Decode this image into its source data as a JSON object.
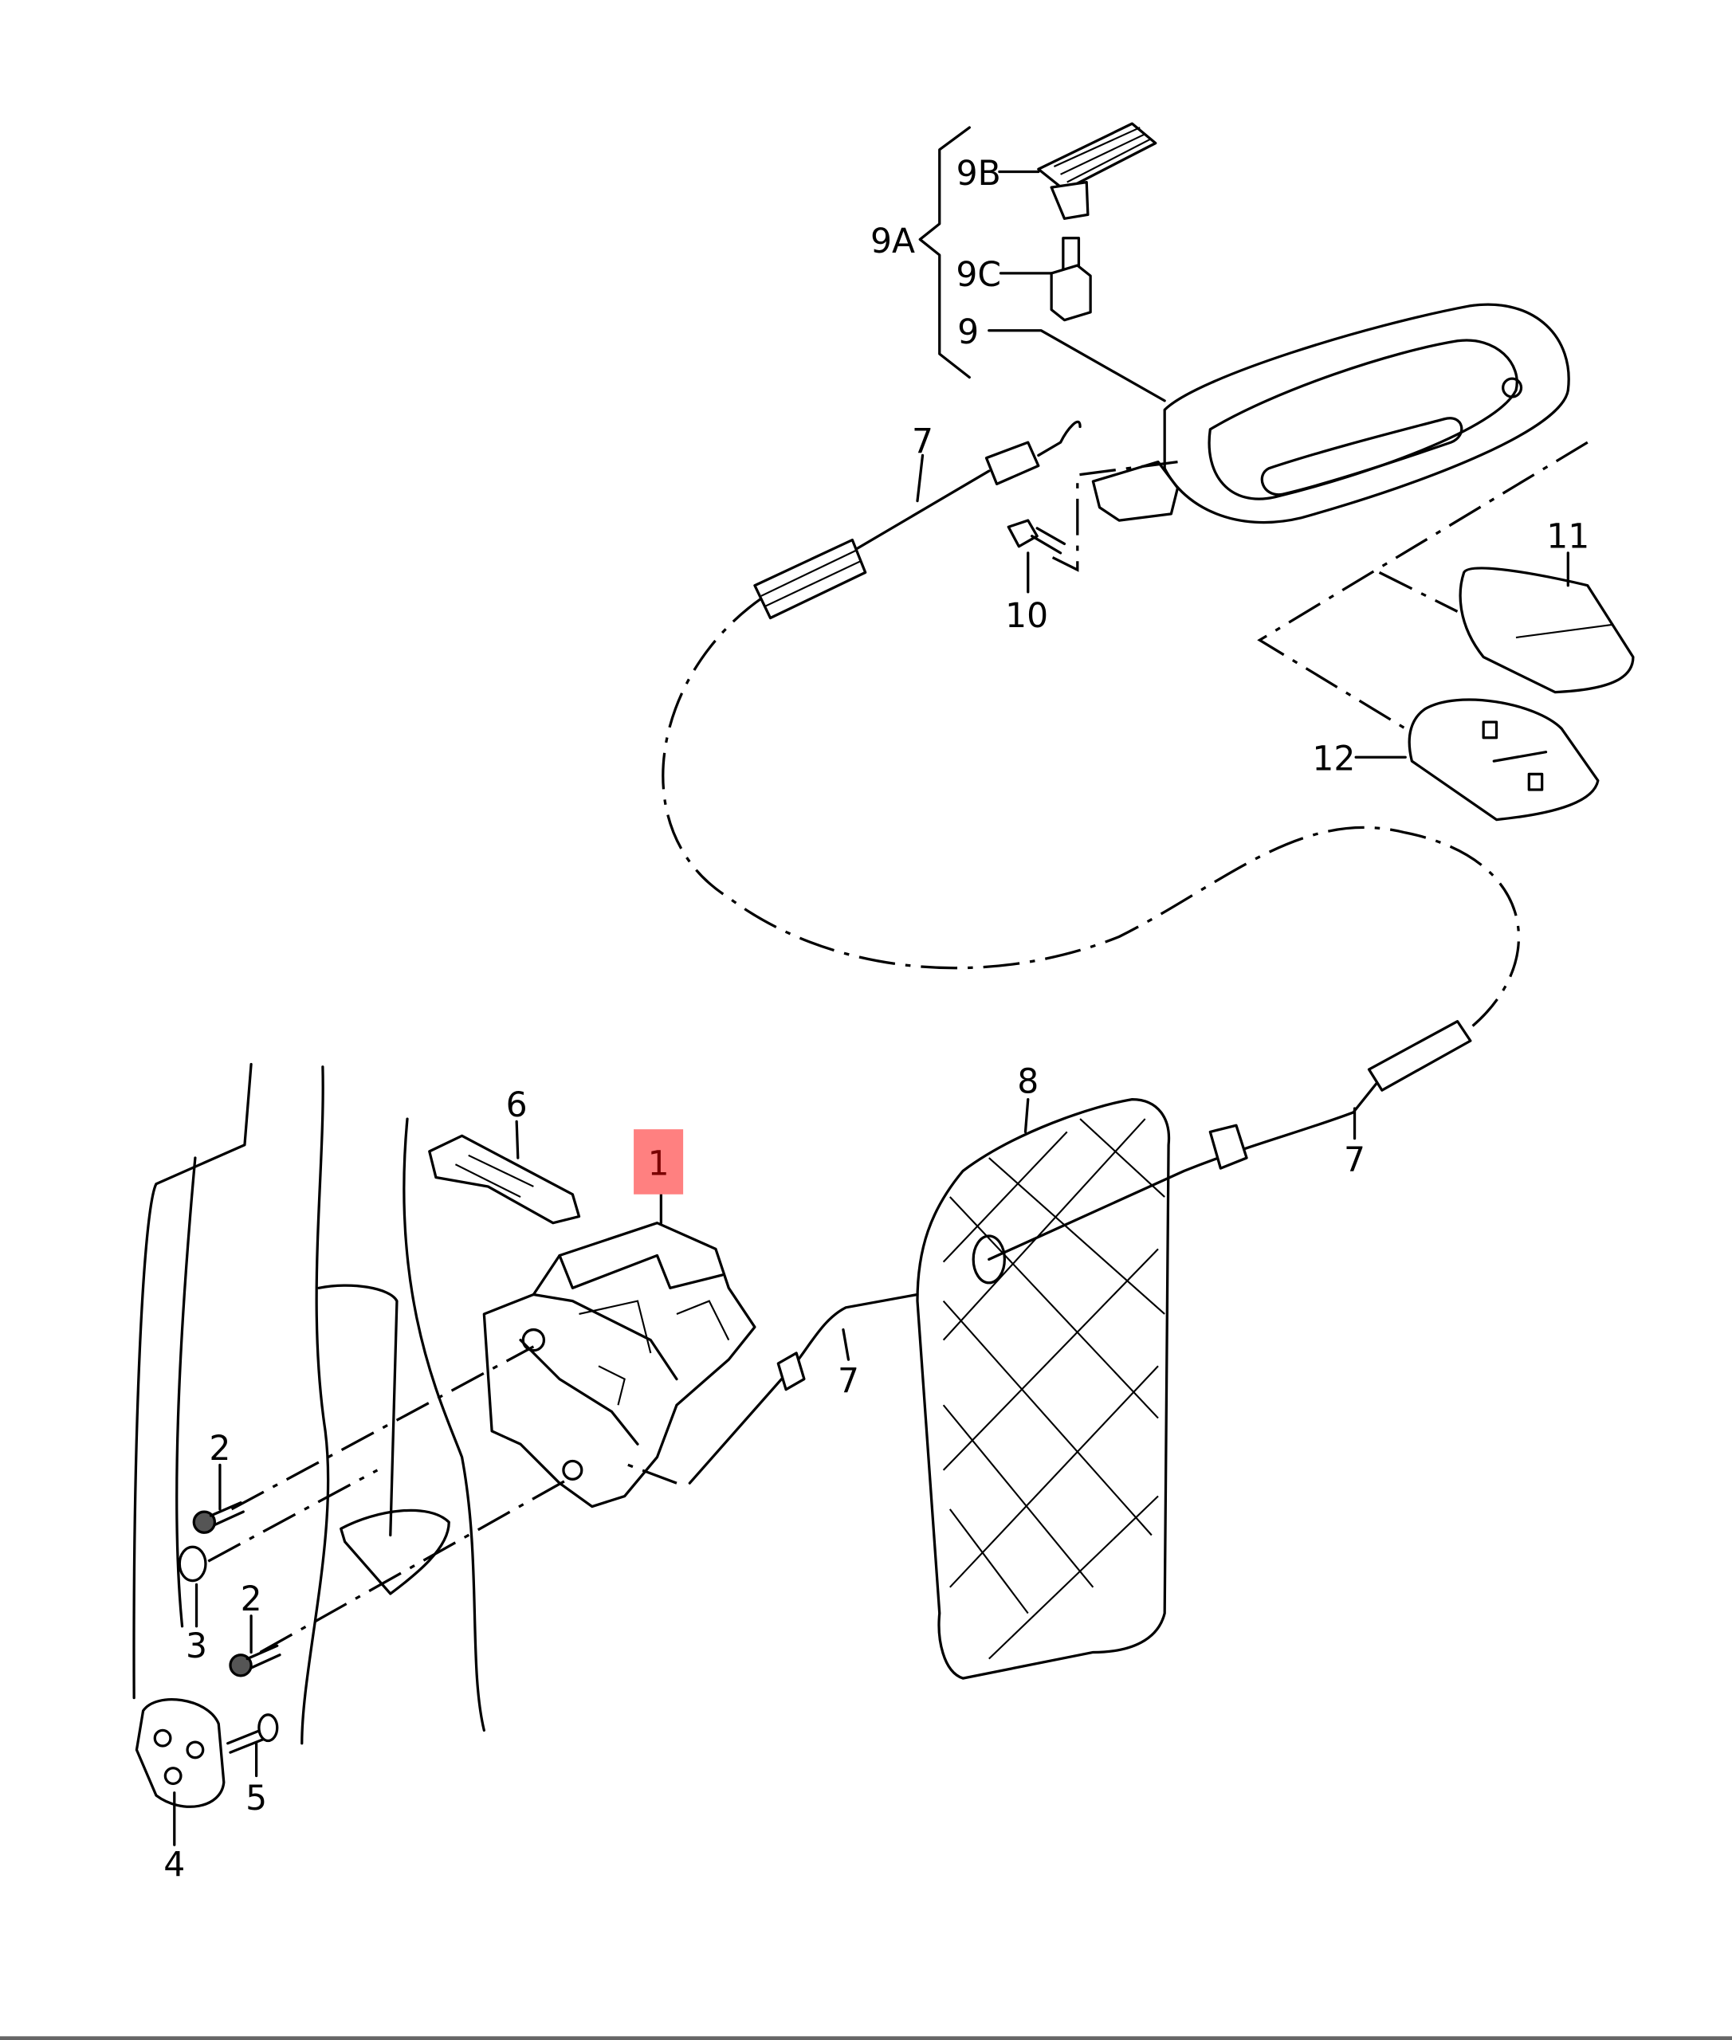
{
  "diagram": {
    "highlight_color": "#ff8080",
    "highlighted_part": "1",
    "callouts": {
      "p1": "1",
      "p2a": "2",
      "p2b": "2",
      "p3": "3",
      "p4": "4",
      "p5": "5",
      "p6": "6",
      "p7a": "7",
      "p7b": "7",
      "p7c": "7",
      "p8": "8",
      "p9": "9",
      "p9a": "9A",
      "p9b": "9B",
      "p9c": "9C",
      "p10": "10",
      "p11": "11",
      "p12": "12"
    }
  }
}
